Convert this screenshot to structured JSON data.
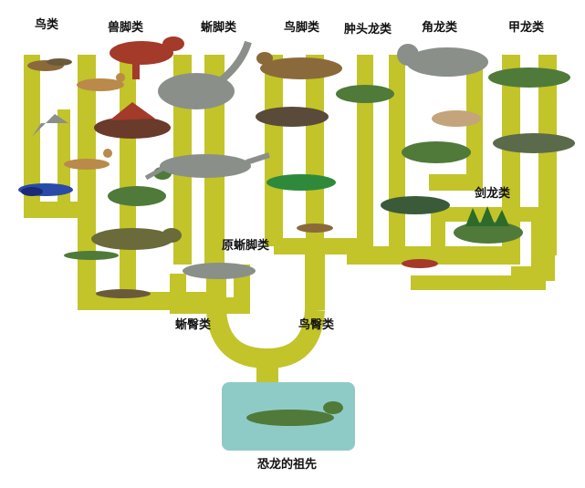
{
  "colors": {
    "trunk": "#c2c42a",
    "ancestor_box": "#8fcbc6",
    "label": "#111111",
    "dino_green": "#4f7a3a",
    "dino_brown": "#8a6a3a",
    "dino_grey": "#8a8f8a",
    "dino_red": "#a33a2a",
    "bird_blue": "#2a4aa8"
  },
  "labels": {
    "birds": "鸟类",
    "theropods": "兽脚类",
    "sauropods": "蜥脚类",
    "ornithopods": "鸟脚类",
    "pachycephalosaurs": "肿头龙类",
    "ceratopsians": "角龙类",
    "ankylosaurs": "甲龙类",
    "stegosaurs": "剑龙类",
    "prosauropods": "原蜥脚类",
    "saurischia": "蜥臀类",
    "ornithischia": "鸟臀类",
    "ancestor": "恐龙的祖先"
  },
  "icons": [
    "bird-icon",
    "pterosaur-like-bird-icon",
    "blue-bird-icon",
    "tyrannosaur-icon",
    "raptor-icon",
    "spinosaur-icon",
    "small-theropod-icon",
    "allosaur-icon",
    "compsognathus-icon",
    "coelophysis-icon",
    "carnosaur-icon",
    "brachiosaur-icon",
    "diplodocus-icon",
    "prosauropod-icon",
    "hadrosaur-icon",
    "iguanodon-icon",
    "small-ornithopod-icon",
    "hypsilophodon-icon",
    "pachycephalosaur-icon",
    "triceratops-icon",
    "protoceratops-icon",
    "styracosaur-icon",
    "ankylosaur-icon",
    "nodosaur-icon",
    "stegosaur-icon",
    "primitive-ornithischian-icon",
    "ancestor-dino-icon"
  ]
}
